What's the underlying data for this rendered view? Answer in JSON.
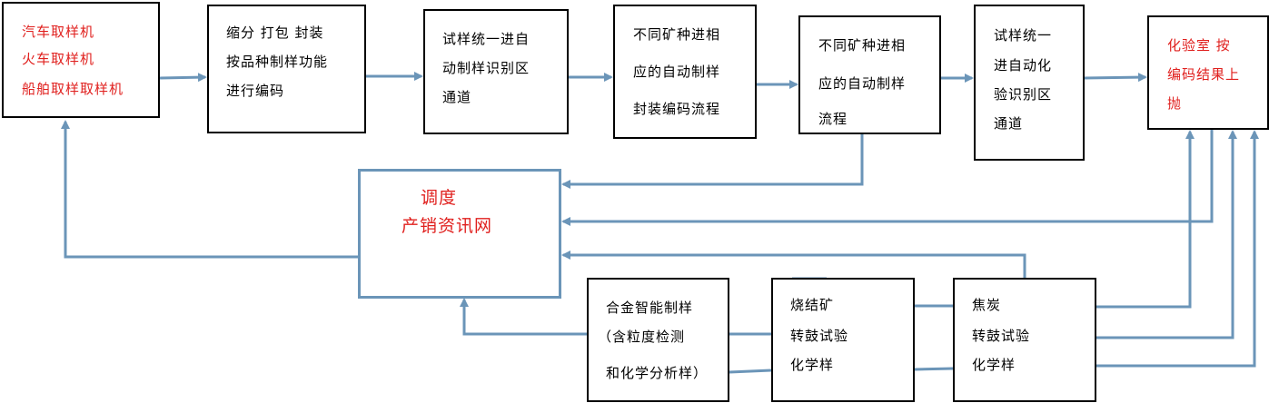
{
  "nodes": {
    "samplers": {
      "lines": [
        "汽车取样机",
        "火车取样机",
        "船舶取样取样机"
      ]
    },
    "split_pack": {
      "lines": [
        "缩分  打包  封装",
        "按品种制样功能",
        "进行编码"
      ]
    },
    "uniform_auto": {
      "lines": [
        "试样统一进自",
        "动制样识别区",
        "通道"
      ]
    },
    "auto_seal_flow": {
      "lines": [
        "不同矿种进相",
        "应的自动制样",
        "封装编码流程"
      ]
    },
    "auto_flow": {
      "lines": [
        "不同矿种进相",
        "应的自动制样",
        "流程"
      ]
    },
    "uniform_lab": {
      "lines": [
        "试样统一",
        "进自动化",
        "验识别区",
        "通道"
      ]
    },
    "lab": {
      "lines": [
        "化验室  按",
        "编码结果上",
        "抛"
      ]
    },
    "dispatch": {
      "lines": [
        "调度",
        "产销资讯网"
      ]
    },
    "alloy": {
      "lines": [
        "合金智能制样",
        "（含粒度检测",
        "和化学分析样）"
      ]
    },
    "sinter": {
      "lines": [
        "烧结矿",
        "转鼓试验",
        "化学样"
      ]
    },
    "coke": {
      "lines": [
        "焦炭",
        "转鼓试验",
        "化学样"
      ]
    }
  },
  "colors": {
    "arrow": "#6b95b8",
    "red_text": "#e0201e",
    "border": "#000000"
  }
}
